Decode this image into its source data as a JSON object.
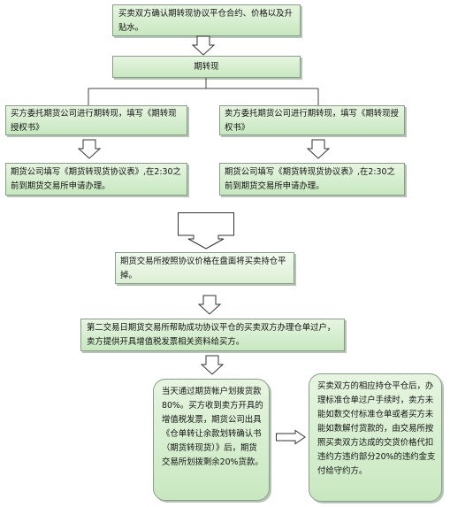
{
  "nodes": {
    "n1": "买卖双方确认期转现协议平仓合约、价格以及升贴水。",
    "n2": "期转现",
    "n3a": "买方委托期货公司进行期转现，填写《期转现授权书》",
    "n3b": "卖方委托期货公司进行期转现，填写《期转现授权书》",
    "n4a": "期货公司填写《期货转现货协议表》,在2:30之前到期货交易所申请办理。",
    "n4b": "期货公司填写《期货转现货协议表》,在2:30之前到期货交易所申请办理。",
    "n5": "期货交易所按照协议价格在盘面将买卖持仓平掉。",
    "n6": "第二交易日期货交易所帮助成功协议平仓的买卖双方办理仓单过户，卖方提供开具增值税发票相关资料给买方。",
    "n7a": "当天通过期货帐户划拨货款80%。买方收到卖方开具的增值税发票，期货公司出具《仓单转让余款划转确认书（期货转现货）》后，期货交易所划拨剩余20%货款。",
    "n7b": "买卖双方的相应持仓平仓后，办理标准仓单过户手续时，卖方未能如数交付标准仓单或者买方未能如数解付货款的，由交易所按照买卖双方达成的交货价格代扣违约方违约部分20%的违约金支付给守约方。"
  },
  "colors": {
    "box_fill": "#d6eecf",
    "border": "#8a9a8c",
    "arrow": "#333333"
  }
}
